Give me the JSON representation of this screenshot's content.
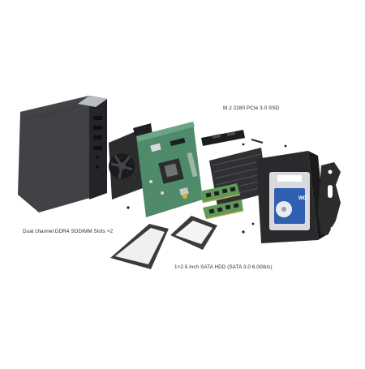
{
  "callouts": {
    "ssd": "M.2 2280 PCIe 3.0 SSD",
    "ram": "Dual channel DDR4 SODIMM Slots ×2",
    "hdd": "1×2.5 inch SATA HDD (SATA 3.0 6.0Gb/s)"
  },
  "hdd_brand": "WD",
  "colors": {
    "background": "#ffffff",
    "chassis": "#3a3b3d",
    "pcb": "#4f8a6a",
    "ram_pcb": "#5f9a5a",
    "hdd_label": "#2f5fb0",
    "bracket": "#2a2a2c"
  }
}
